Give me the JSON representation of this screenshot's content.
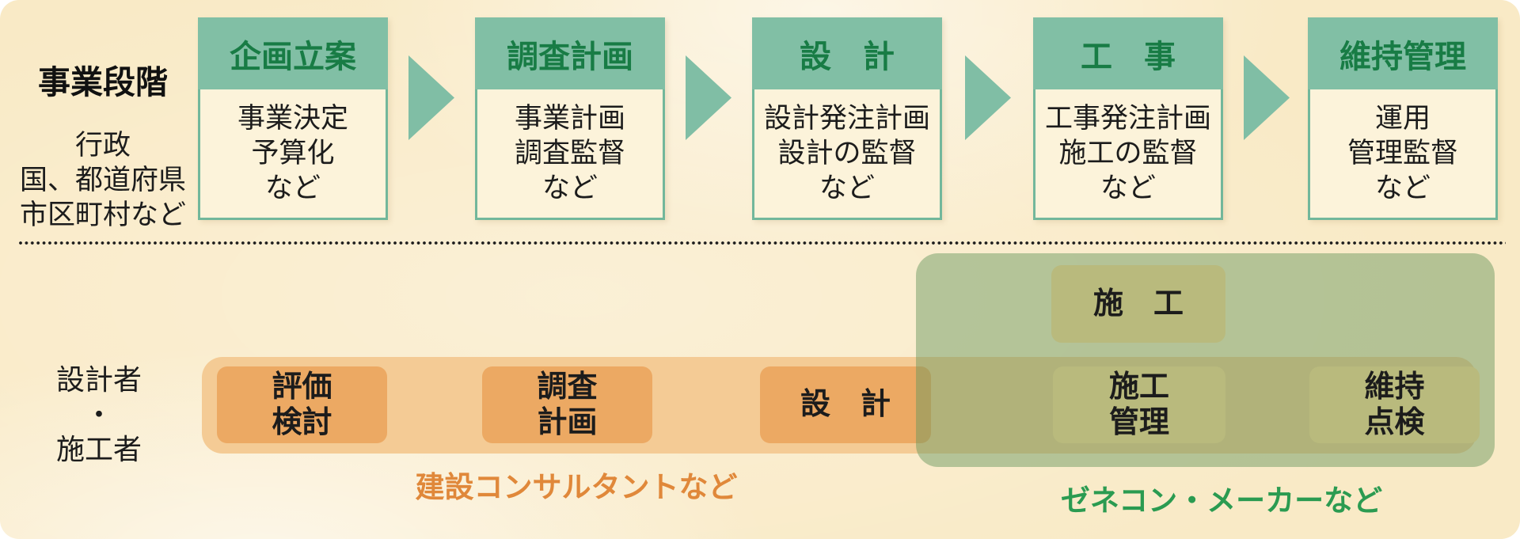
{
  "top_row": {
    "label_title": "事業段階",
    "label_lines": [
      "行政",
      "国、都道府県",
      "市区町村など"
    ],
    "stages": [
      {
        "header": "企画立案",
        "lines": [
          "事業決定",
          "予算化",
          "など"
        ]
      },
      {
        "header": "調査計画",
        "lines": [
          "事業計画",
          "調査監督",
          "など"
        ]
      },
      {
        "header": "設　計",
        "lines": [
          "設計発注計画",
          "設計の監督",
          "など"
        ]
      },
      {
        "header": "工　事",
        "lines": [
          "工事発注計画",
          "施工の監督",
          "など"
        ]
      },
      {
        "header": "維持管理",
        "lines": [
          "運用",
          "管理監督",
          "など"
        ]
      }
    ]
  },
  "bottom_row": {
    "label_lines": [
      "設計者",
      "・",
      "施工者"
    ],
    "consultant_group": {
      "label": "建設コンサルタントなど",
      "boxes": [
        {
          "lines": [
            "評価",
            "検討"
          ]
        },
        {
          "lines": [
            "調査",
            "計画"
          ]
        },
        {
          "lines": [
            "設　計"
          ]
        }
      ]
    },
    "contractor_group": {
      "label": "ゼネコン・メーカーなど",
      "boxes": [
        {
          "lines": [
            "施　工"
          ]
        },
        {
          "lines": [
            "施工",
            "管理"
          ]
        },
        {
          "lines": [
            "維持",
            "点検"
          ]
        }
      ]
    }
  },
  "colors": {
    "background_cream": "#f9eac6",
    "stage_header_bg": "#81bfa5",
    "stage_header_text": "#187c45",
    "stage_body_bg": "#fcf3da",
    "stage_border": "#72b79b",
    "arrow": "#80bea5",
    "orange_bar": "#f4cb95",
    "orange_box": "#eca963",
    "consultant_label": "#e0883a",
    "green_overlay": "rgba(104,151,94,0.48)",
    "khaki_box": "#b9ba7d",
    "contractor_label": "#2b9b51",
    "text": "#1c1c1c"
  }
}
